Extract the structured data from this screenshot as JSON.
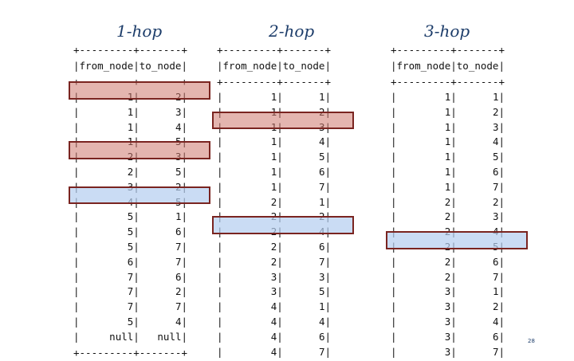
{
  "tables": [
    {
      "title": "1-hop",
      "border": "+---------+-------+",
      "header": "|from_node|to_node|",
      "rows": [
        [
          "1",
          "2"
        ],
        [
          "1",
          "3"
        ],
        [
          "1",
          "4"
        ],
        [
          "1",
          "5"
        ],
        [
          "2",
          "3"
        ],
        [
          "2",
          "5"
        ],
        [
          "3",
          "2"
        ],
        [
          "4",
          "5"
        ],
        [
          "5",
          "1"
        ],
        [
          "5",
          "6"
        ],
        [
          "5",
          "7"
        ],
        [
          "6",
          "7"
        ],
        [
          "7",
          "6"
        ],
        [
          "7",
          "2"
        ],
        [
          "7",
          "7"
        ],
        [
          "5",
          "4"
        ],
        [
          "null",
          "null"
        ]
      ],
      "highlights": [
        {
          "row": 0,
          "color": "red"
        },
        {
          "row": 4,
          "color": "red"
        },
        {
          "row": 7,
          "color": "blue"
        }
      ]
    },
    {
      "title": "2-hop",
      "border": "+---------+-------+",
      "header": "|from_node|to_node|",
      "rows": [
        [
          "1",
          "1"
        ],
        [
          "1",
          "2"
        ],
        [
          "1",
          "3"
        ],
        [
          "1",
          "4"
        ],
        [
          "1",
          "5"
        ],
        [
          "1",
          "6"
        ],
        [
          "1",
          "7"
        ],
        [
          "2",
          "1"
        ],
        [
          "2",
          "2"
        ],
        [
          "2",
          "4"
        ],
        [
          "2",
          "6"
        ],
        [
          "2",
          "7"
        ],
        [
          "3",
          "3"
        ],
        [
          "3",
          "5"
        ],
        [
          "4",
          "1"
        ],
        [
          "4",
          "4"
        ],
        [
          "4",
          "6"
        ],
        [
          "4",
          "7"
        ]
      ],
      "highlights": [
        {
          "row": 2,
          "color": "red"
        },
        {
          "row": 9,
          "color": "blue"
        }
      ]
    },
    {
      "title": "3-hop",
      "border": "+---------+-------+",
      "header": "|from_node|to_node|",
      "rows": [
        [
          "1",
          "1"
        ],
        [
          "1",
          "2"
        ],
        [
          "1",
          "3"
        ],
        [
          "1",
          "4"
        ],
        [
          "1",
          "5"
        ],
        [
          "1",
          "6"
        ],
        [
          "1",
          "7"
        ],
        [
          "2",
          "2"
        ],
        [
          "2",
          "3"
        ],
        [
          "2",
          "4"
        ],
        [
          "2",
          "5"
        ],
        [
          "2",
          "6"
        ],
        [
          "2",
          "7"
        ],
        [
          "3",
          "1"
        ],
        [
          "3",
          "2"
        ],
        [
          "3",
          "4"
        ],
        [
          "3",
          "6"
        ],
        [
          "3",
          "7"
        ]
      ],
      "highlights": [
        {
          "row": 10,
          "color": "blue"
        }
      ]
    }
  ],
  "page_number": "28"
}
